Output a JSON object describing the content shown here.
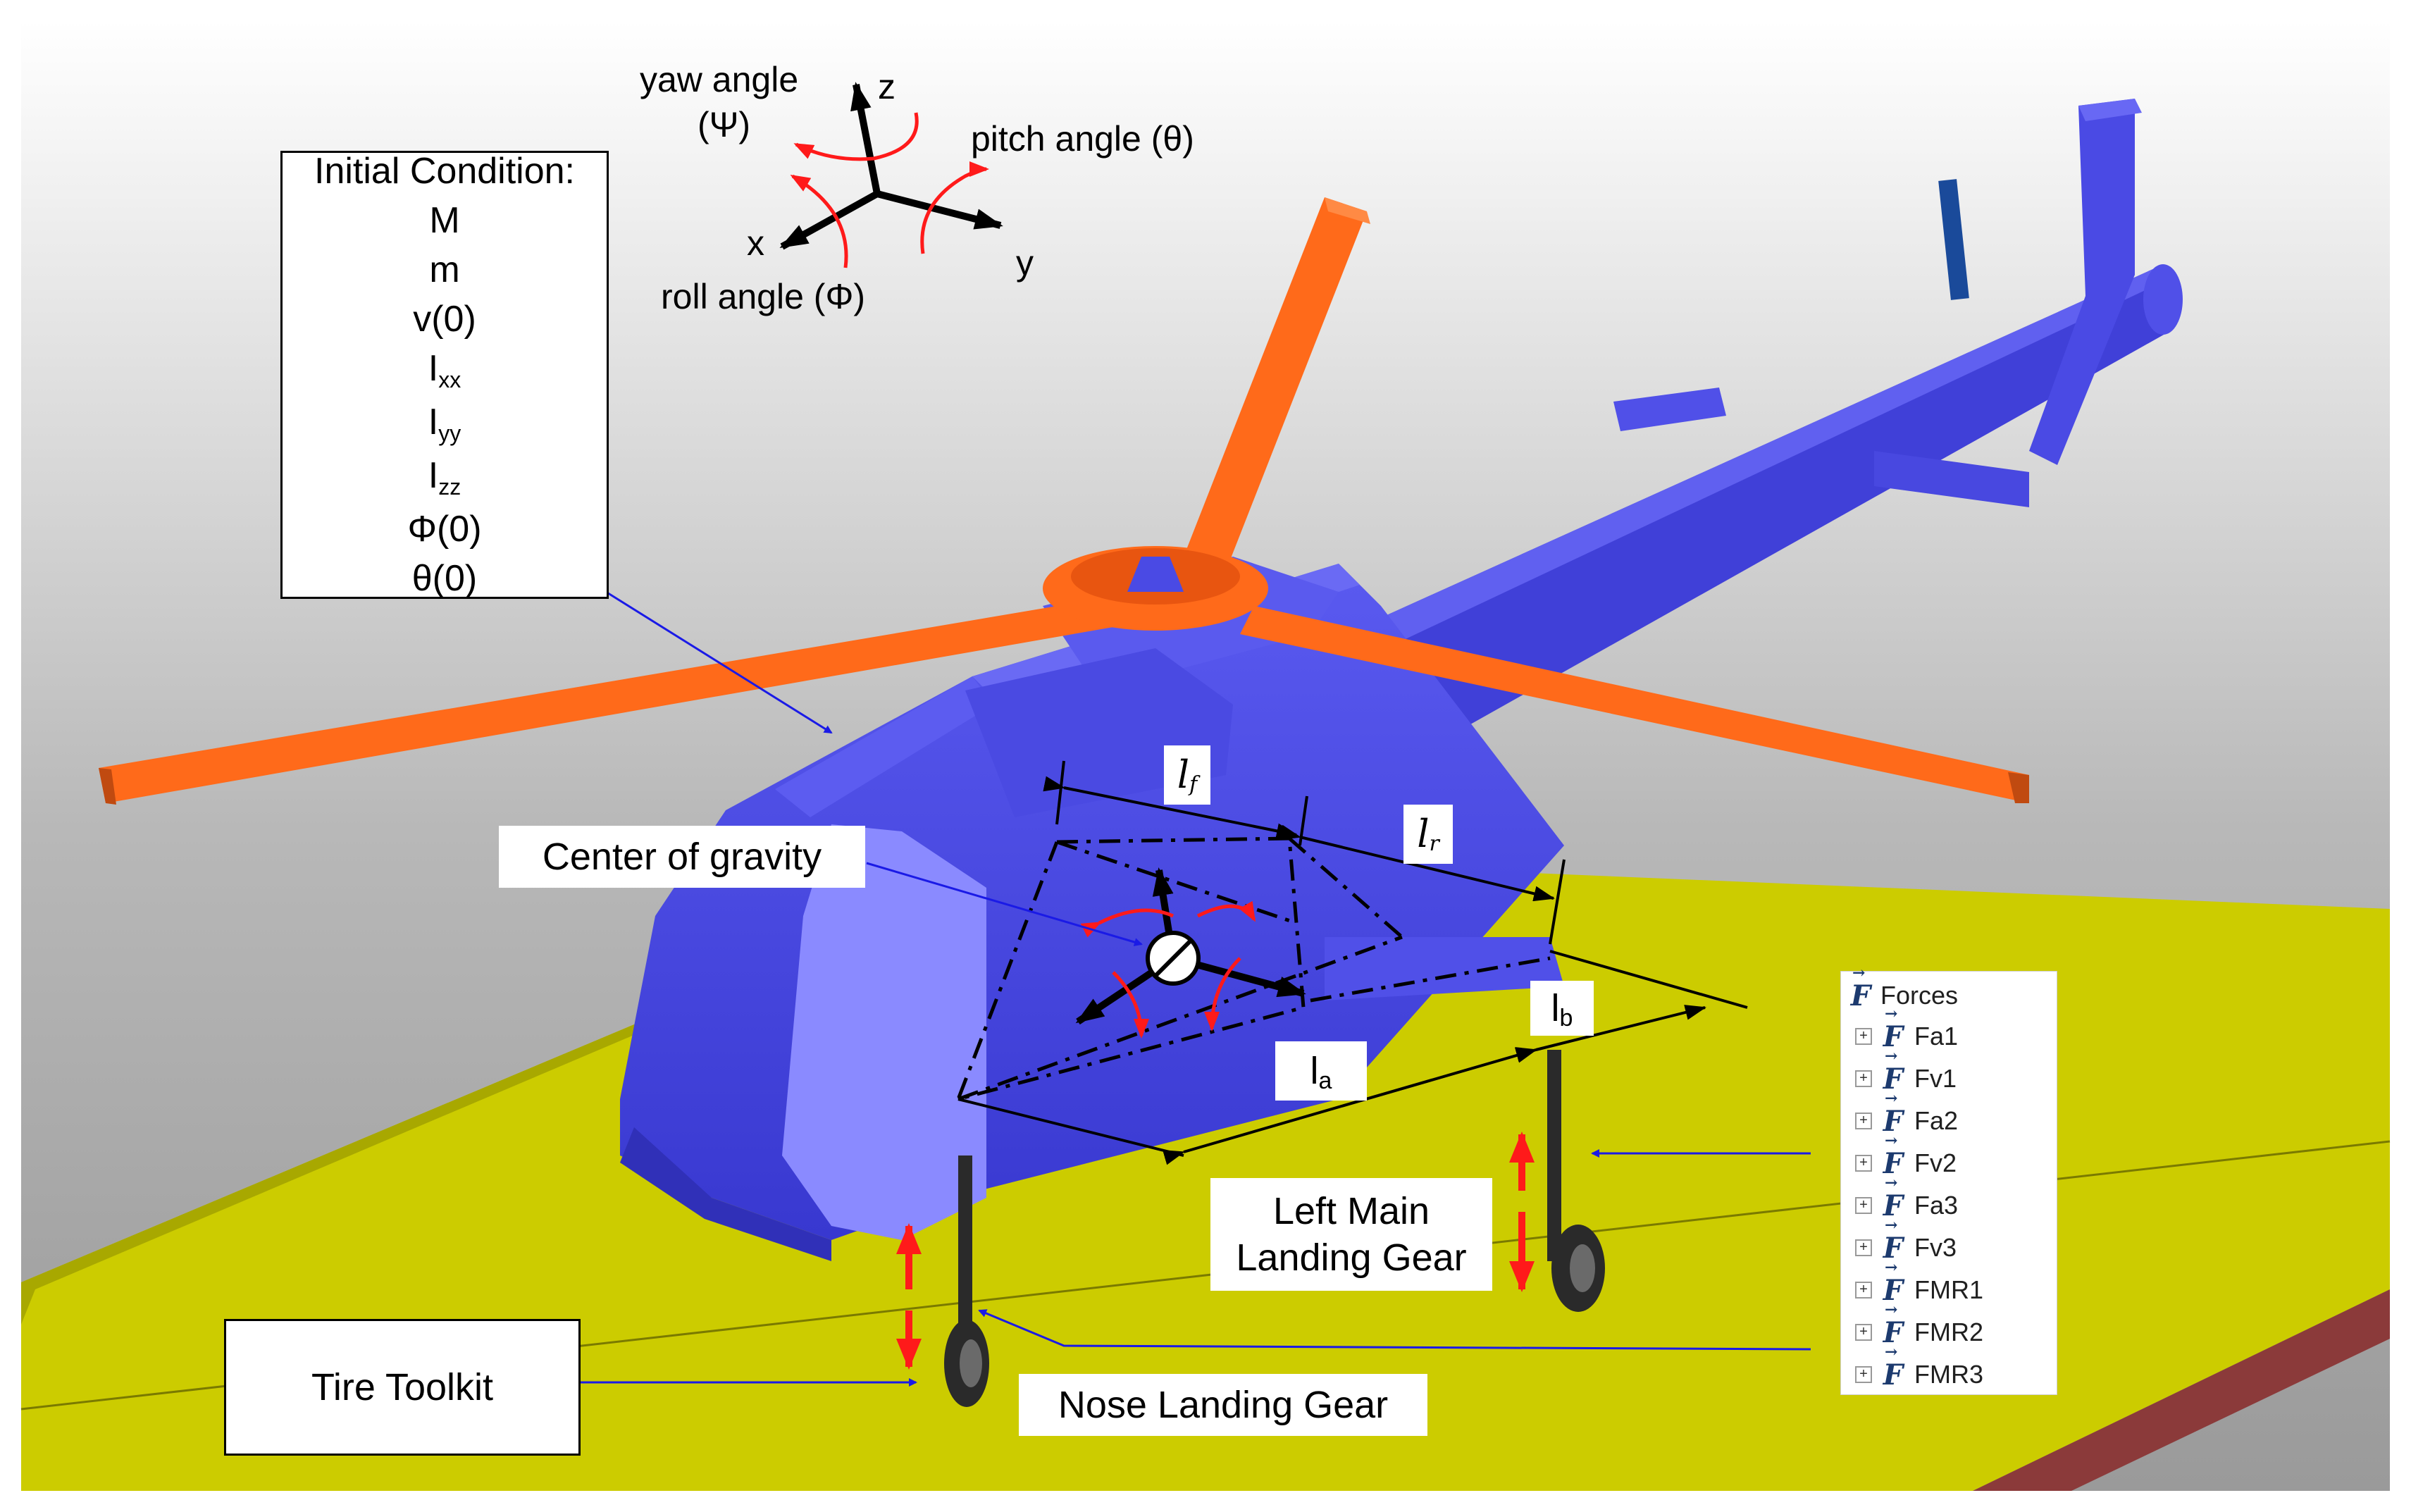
{
  "colors": {
    "body_blue": "#4646e0",
    "rotor_orange": "#ff6a1a",
    "ground_yellow": "#cccc00",
    "arrow_blue": "#1a1ae6",
    "arrow_red": "#ff1a1a"
  },
  "axes_labels": {
    "yaw": "yaw angle",
    "yaw_symbol": "(Ψ)",
    "pitch": "pitch angle (θ)",
    "roll": "roll angle (Φ)",
    "x": "x",
    "y": "y",
    "z": "z"
  },
  "initial_condition": {
    "title": "Initial Condition:",
    "items": [
      "M",
      "m",
      "v(0)"
    ],
    "inertia": [
      {
        "base": "I",
        "sub": "xx"
      },
      {
        "base": "I",
        "sub": "yy"
      },
      {
        "base": "I",
        "sub": "zz"
      }
    ],
    "angles": [
      "Φ(0)",
      "θ(0)"
    ]
  },
  "labels": {
    "center_of_gravity": "Center of gravity",
    "left_main_landing_gear_line1": "Left Main",
    "left_main_landing_gear_line2": "Landing Gear",
    "nose_landing_gear": "Nose Landing Gear",
    "tire_toolkit": "Tire Toolkit"
  },
  "dimensions": {
    "lf": "l",
    "lf_sub": "f",
    "lr": "l",
    "lr_sub": "r",
    "la": "l",
    "la_sub": "a",
    "lb": "l",
    "lb_sub": "b"
  },
  "forces_panel": {
    "root": "Forces",
    "items": [
      "Fa1",
      "Fv1",
      "Fa2",
      "Fv2",
      "Fa3",
      "Fv3",
      "FMR1",
      "FMR2",
      "FMR3"
    ]
  }
}
